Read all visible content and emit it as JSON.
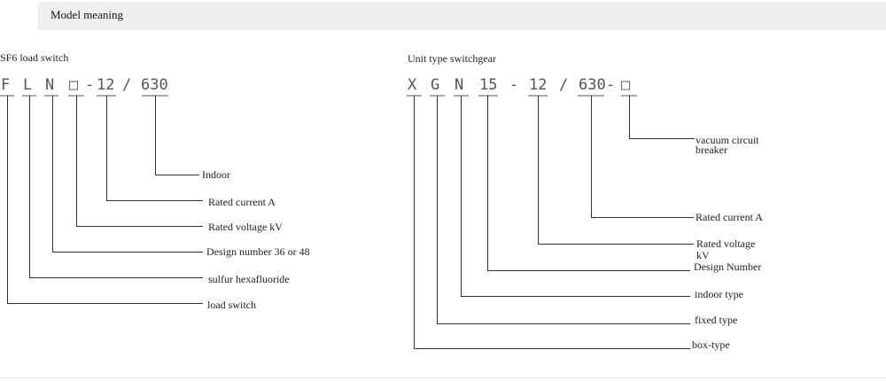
{
  "header": {
    "title": "Model meaning"
  },
  "left": {
    "title": "SF6 load switch",
    "codes": [
      "F",
      "L",
      "N",
      "□",
      "-",
      "12",
      "/",
      "630"
    ],
    "labels": [
      "Indoor",
      "Rated current A",
      "Rated voltage kV",
      "Design number 36 or 48",
      "sulfur hexafluoride",
      "load switch"
    ]
  },
  "right": {
    "title": "Unit type switchgear",
    "codes": [
      "X",
      "G",
      "N",
      "15",
      "-",
      "12",
      "/",
      "630",
      "-",
      "□"
    ],
    "labels": [
      "vacuum circuit",
      "breaker",
      "Rated current A",
      "Rated voltage",
      "kV",
      "Design Number",
      "indoor type",
      "fixed type",
      "box-type"
    ]
  }
}
